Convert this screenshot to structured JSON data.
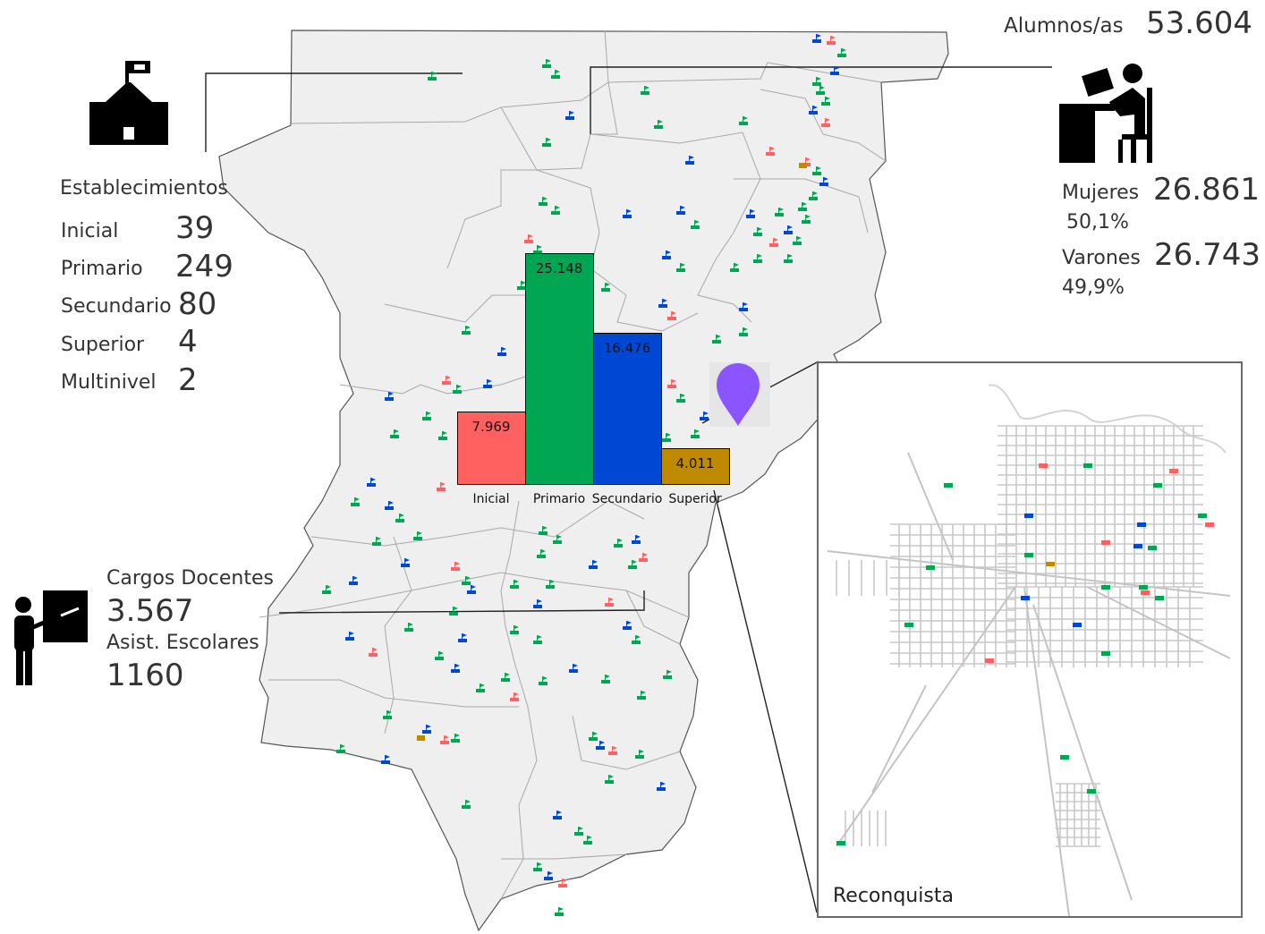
{
  "schools": {
    "title": "Establecimientos",
    "rows": [
      {
        "label": "Inicial",
        "value": "39"
      },
      {
        "label": "Primario",
        "value": "249"
      },
      {
        "label": "Secundario",
        "value": "80"
      },
      {
        "label": "Superior",
        "value": "4"
      },
      {
        "label": "Multinivel",
        "value": "2"
      }
    ]
  },
  "students": {
    "label": "Alumnos/as",
    "value": "53.604",
    "female_label": "Mujeres",
    "female_value": "26.861",
    "female_pct": "50,1%",
    "male_label": "Varones",
    "male_value": "26.743",
    "male_pct": "49,9%"
  },
  "staff": {
    "teachers_label": "Cargos Docentes",
    "teachers_value": "3.567",
    "assistants_label": "Asist. Escolares",
    "assistants_value": "1160"
  },
  "inset": {
    "label": "Reconquista"
  },
  "colors": {
    "inicial": "#ff6060",
    "primario": "#00a651",
    "secundario": "#0047d4",
    "superior": "#c08a00",
    "map_fill": "#efefef",
    "map_stroke": "#a8a8a8",
    "pin": "#8a55ff"
  },
  "icons": [
    "school-building-icon",
    "student-desk-icon",
    "teacher-board-icon",
    "location-pin-icon",
    "flag-marker-icon"
  ],
  "chart_data": {
    "type": "bar",
    "categories": [
      "Inicial",
      "Primario",
      "Secundario",
      "Superior"
    ],
    "values": [
      7969,
      25148,
      16476,
      4011
    ],
    "labels": [
      "7.969",
      "25.148",
      "16.476",
      "4.011"
    ],
    "colors": [
      "#ff6060",
      "#00a651",
      "#0047d4",
      "#c08a00"
    ],
    "ylim": [
      0,
      25148
    ]
  }
}
